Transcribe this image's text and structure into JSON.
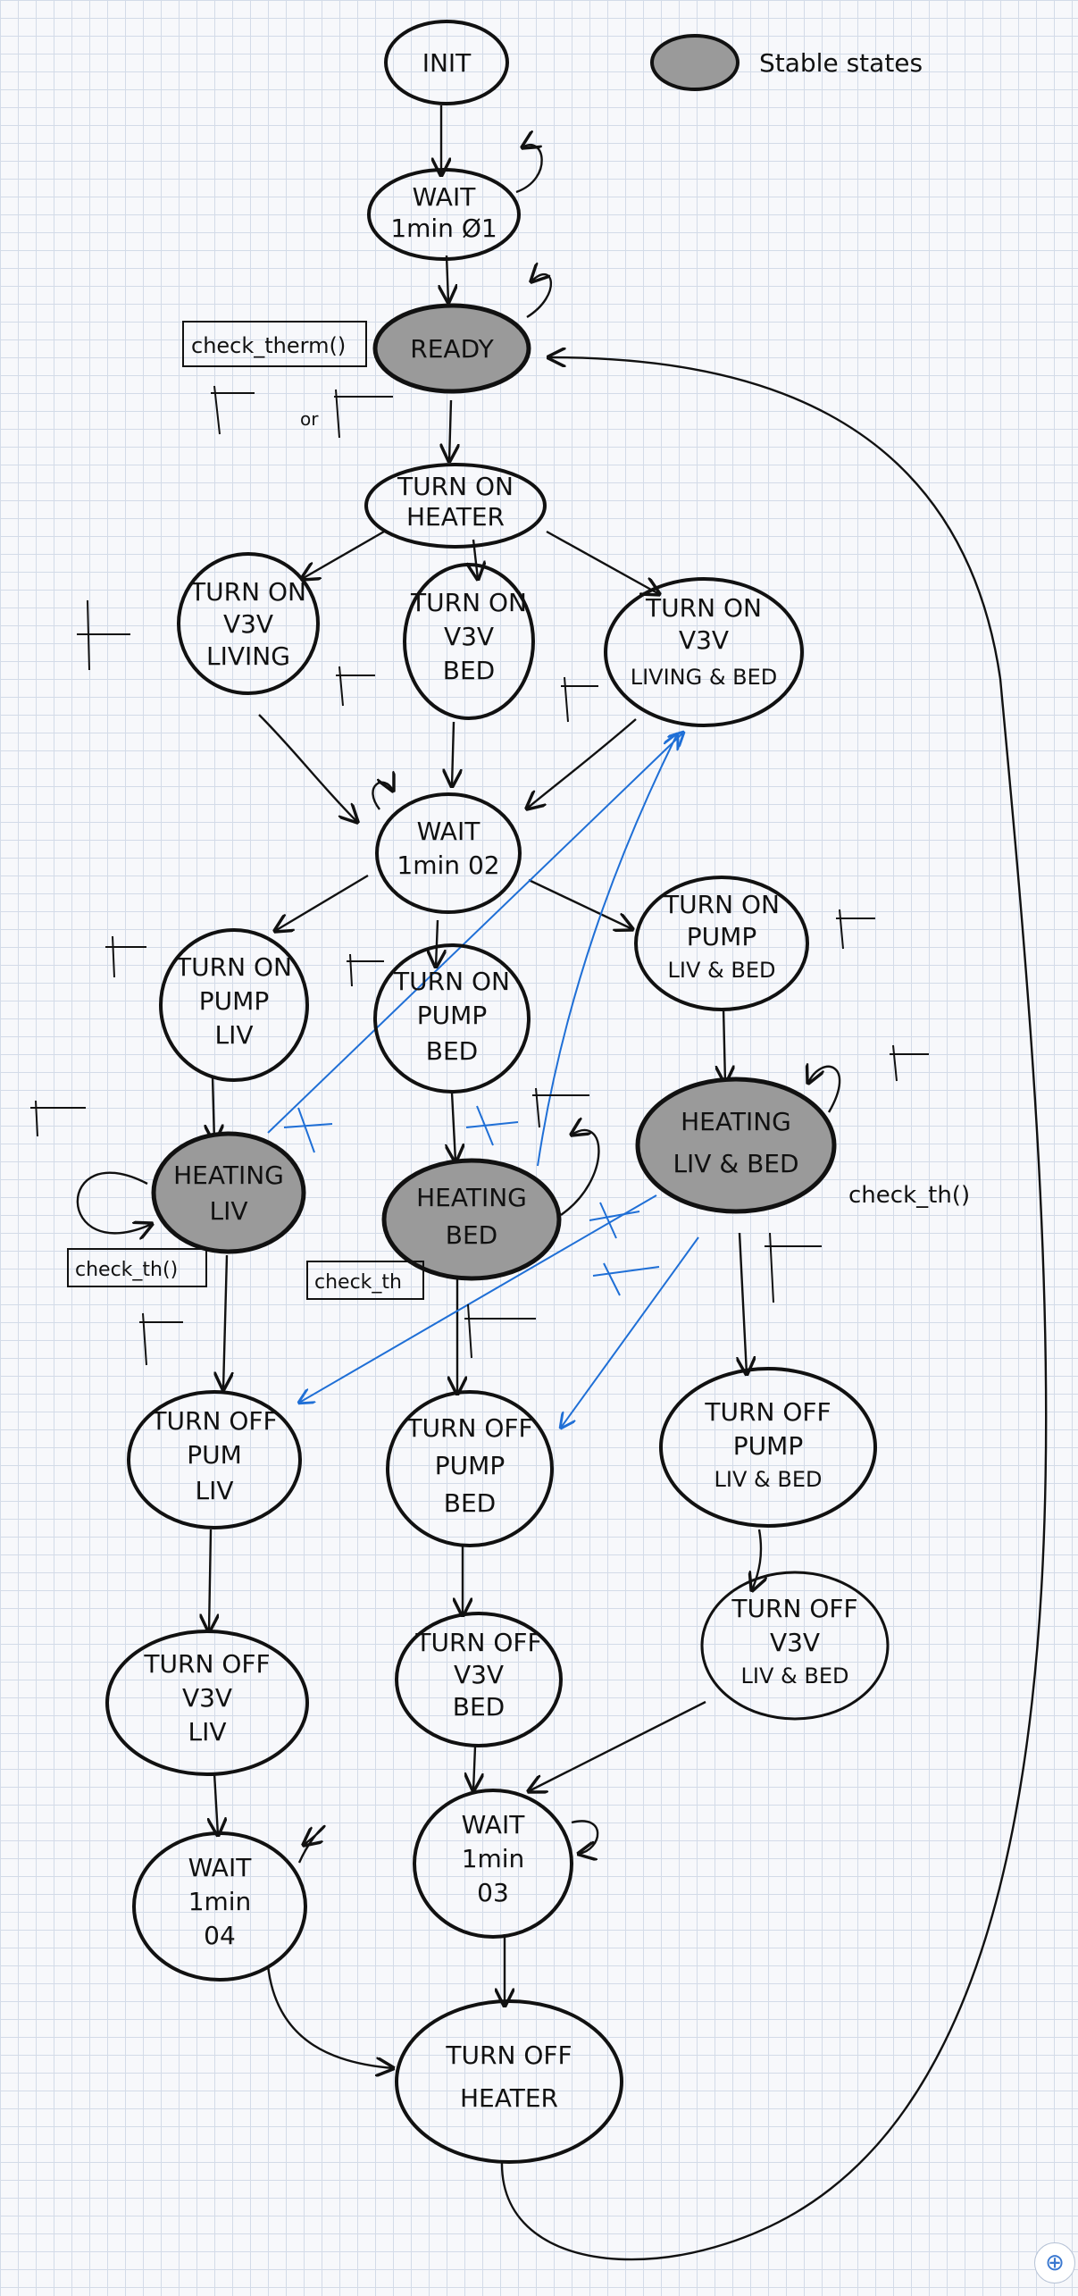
{
  "legend": {
    "label": "Stable states",
    "stable_fill": "#9a9a9a"
  },
  "colors": {
    "ink": "#111111",
    "blue": "#1f6fd6",
    "stable": "#9a9a9a"
  },
  "nodes": {
    "init": {
      "lines": [
        "INIT"
      ],
      "stable": false
    },
    "wait1": {
      "lines": [
        "WAIT",
        "1min Ø1"
      ],
      "stable": false
    },
    "ready": {
      "lines": [
        "READY"
      ],
      "stable": true
    },
    "turn_on_heater": {
      "lines": [
        "TURN ON",
        "HEATER"
      ],
      "stable": false
    },
    "v3v_living": {
      "lines": [
        "TURN ON",
        "V3V",
        "LIVING"
      ],
      "stable": false
    },
    "v3v_bed": {
      "lines": [
        "TURN ON",
        "V3V",
        "BED"
      ],
      "stable": false
    },
    "v3v_living_bed": {
      "lines": [
        "TURN ON",
        "V3V",
        "LIVING & BED"
      ],
      "stable": false
    },
    "wait2": {
      "lines": [
        "WAIT",
        "1min 02"
      ],
      "stable": false
    },
    "pump_liv": {
      "lines": [
        "TURN ON",
        "PUMP",
        "LIV"
      ],
      "stable": false
    },
    "pump_bed": {
      "lines": [
        "TURN ON",
        "PUMP",
        "BED"
      ],
      "stable": false
    },
    "pump_liv_bed": {
      "lines": [
        "TURN ON",
        "PUMP",
        "LIV & BED"
      ],
      "stable": false
    },
    "heating_liv": {
      "lines": [
        "HEATING",
        "LIV"
      ],
      "stable": true
    },
    "heating_bed": {
      "lines": [
        "HEATING",
        "BED"
      ],
      "stable": true
    },
    "heating_liv_bed": {
      "lines": [
        "HEATING",
        "LIV & BED"
      ],
      "stable": true
    },
    "off_pump_liv": {
      "lines": [
        "TURN OFF",
        "PUM",
        "LIV"
      ],
      "stable": false
    },
    "off_pump_bed": {
      "lines": [
        "TURN OFF",
        "PUMP",
        "BED"
      ],
      "stable": false
    },
    "off_pump_liv_bed": {
      "lines": [
        "TURN OFF",
        "PUMP",
        "LIV & BED"
      ],
      "stable": false
    },
    "off_v3v_liv": {
      "lines": [
        "TURN OFF",
        "V3V",
        "LIV"
      ],
      "stable": false
    },
    "off_v3v_bed": {
      "lines": [
        "TURN OFF",
        "V3V",
        "BED"
      ],
      "stable": false
    },
    "off_v3v_liv_bed": {
      "lines": [
        "TURN OFF",
        "V3V",
        "LIV & BED"
      ],
      "stable": false
    },
    "wait4": {
      "lines": [
        "WAIT",
        "1min",
        "04"
      ],
      "stable": false
    },
    "wait3": {
      "lines": [
        "WAIT",
        "1min",
        "03"
      ],
      "stable": false
    },
    "turn_off_heater": {
      "lines": [
        "TURN OFF",
        "HEATER"
      ],
      "stable": false
    }
  },
  "notes": {
    "check_therm": "check_therm()",
    "check_th_liv": "check_th()",
    "check_th_bed": "check_th",
    "check_th_livbed": "check_th()",
    "or": "or"
  }
}
